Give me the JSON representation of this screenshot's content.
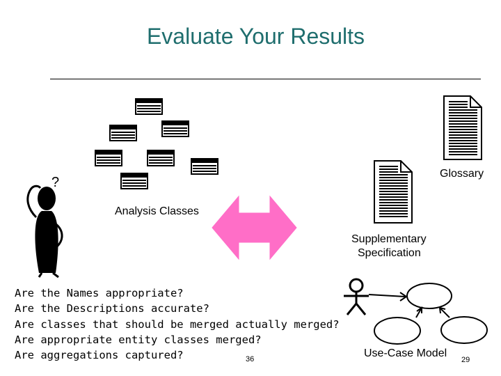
{
  "slide": {
    "title": "Evaluate Your Results",
    "labels": {
      "glossary": "Glossary",
      "analysis_classes": "Analysis Classes",
      "supplementary_line1": "Supplementary",
      "supplementary_line2": "Specification",
      "use_case_model": "Use-Case Model"
    },
    "questions": [
      "Are the Names appropriate?",
      "Are the Descriptions accurate?",
      "Are classes that should be merged actually merged?",
      "Are appropriate entity classes merged?",
      "Are aggregations captured?"
    ],
    "thinker_glyph": "?",
    "page_number_left": "36",
    "page_number_right": "29"
  },
  "colors": {
    "title": "#1f6e6e",
    "arrow": "#ff6ec7"
  }
}
